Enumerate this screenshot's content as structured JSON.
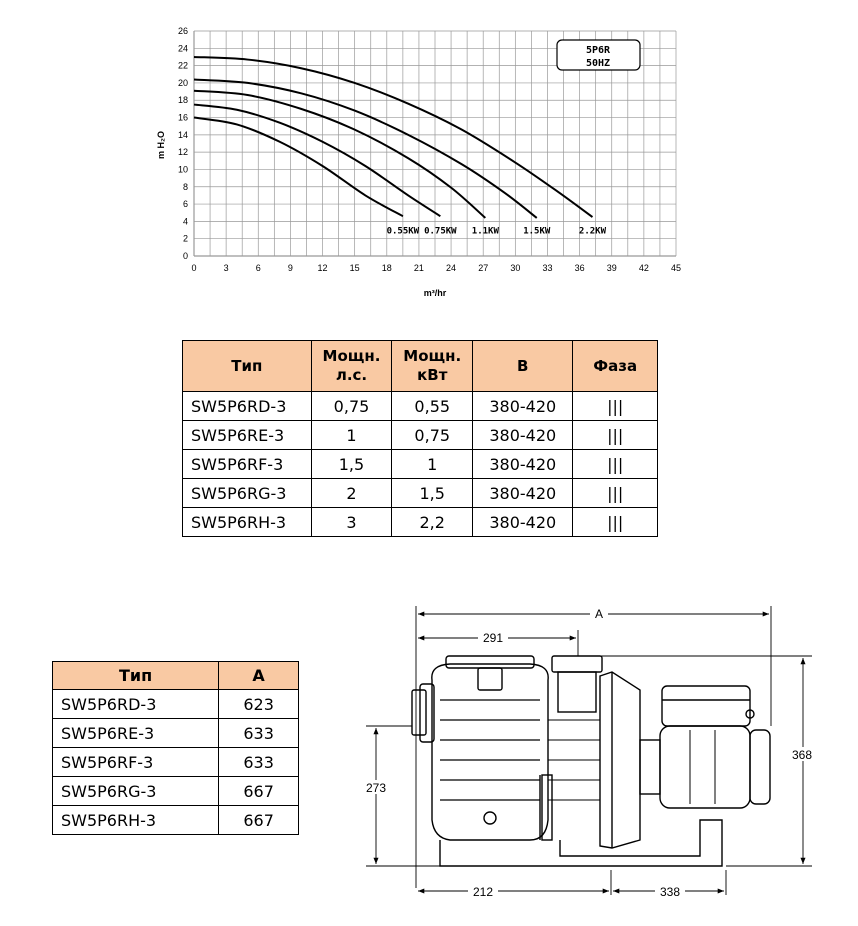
{
  "chart_data": {
    "type": "line",
    "xlabel": "m³/hr",
    "ylabel": "m H₂O",
    "xlim": [
      0,
      45
    ],
    "ylim": [
      0,
      26
    ],
    "xticks": [
      "0",
      "3",
      "6",
      "9",
      "12",
      "15",
      "18",
      "21",
      "24",
      "27",
      "30",
      "33",
      "36",
      "39",
      "42",
      "45"
    ],
    "yticks": [
      "0",
      "2",
      "4",
      "6",
      "8",
      "10",
      "12",
      "14",
      "16",
      "18",
      "20",
      "22",
      "24",
      "26"
    ],
    "grid": true,
    "legend_box": [
      "5P6R",
      "50HZ"
    ],
    "series": [
      {
        "name": "0.55KW",
        "x": [
          0,
          4,
          8,
          12,
          16,
          19.5
        ],
        "y": [
          16,
          15.2,
          13.2,
          10.4,
          7.0,
          4.6
        ]
      },
      {
        "name": "0.75KW",
        "x": [
          0,
          4,
          8,
          12,
          16,
          20,
          23
        ],
        "y": [
          17.5,
          16.9,
          15.4,
          13.2,
          10.4,
          7.0,
          4.6
        ]
      },
      {
        "name": "1.1KW",
        "x": [
          0,
          5,
          10,
          15,
          20,
          24,
          27.2
        ],
        "y": [
          19.1,
          18.6,
          17.0,
          14.6,
          11.3,
          7.9,
          4.4
        ]
      },
      {
        "name": "1.5KW",
        "x": [
          0,
          5,
          10,
          15,
          20,
          25,
          29,
          32
        ],
        "y": [
          20.4,
          20.0,
          18.8,
          16.8,
          14.0,
          10.6,
          7.3,
          4.4
        ]
      },
      {
        "name": "2.2KW",
        "x": [
          0,
          5,
          10,
          15,
          20,
          25,
          30,
          34,
          37.2
        ],
        "y": [
          23.0,
          22.7,
          21.7,
          20.0,
          17.6,
          14.6,
          10.8,
          7.4,
          4.5
        ]
      }
    ]
  },
  "table_power": {
    "headers": [
      "Тип",
      "Мощн.\nл.с.",
      "Мощн.\nкВт",
      "В",
      "Фаза"
    ],
    "rows": [
      [
        "SW5P6RD-3",
        "0,75",
        "0,55",
        "380-420",
        "|||"
      ],
      [
        "SW5P6RE-3",
        "1",
        "0,75",
        "380-420",
        "|||"
      ],
      [
        "SW5P6RF-3",
        "1,5",
        "1",
        "380-420",
        "|||"
      ],
      [
        "SW5P6RG-3",
        "2",
        "1,5",
        "380-420",
        "|||"
      ],
      [
        "SW5P6RH-3",
        "3",
        "2,2",
        "380-420",
        "|||"
      ]
    ]
  },
  "table_dims": {
    "headers": [
      "Тип",
      "A"
    ],
    "rows": [
      [
        "SW5P6RD-3",
        "623"
      ],
      [
        "SW5P6RE-3",
        "633"
      ],
      [
        "SW5P6RF-3",
        "633"
      ],
      [
        "SW5P6RG-3",
        "667"
      ],
      [
        "SW5P6RH-3",
        "667"
      ]
    ]
  },
  "drawing": {
    "dims": {
      "A": "A",
      "d291": "291",
      "d368": "368",
      "d273": "273",
      "d212": "212",
      "d338": "338"
    }
  }
}
